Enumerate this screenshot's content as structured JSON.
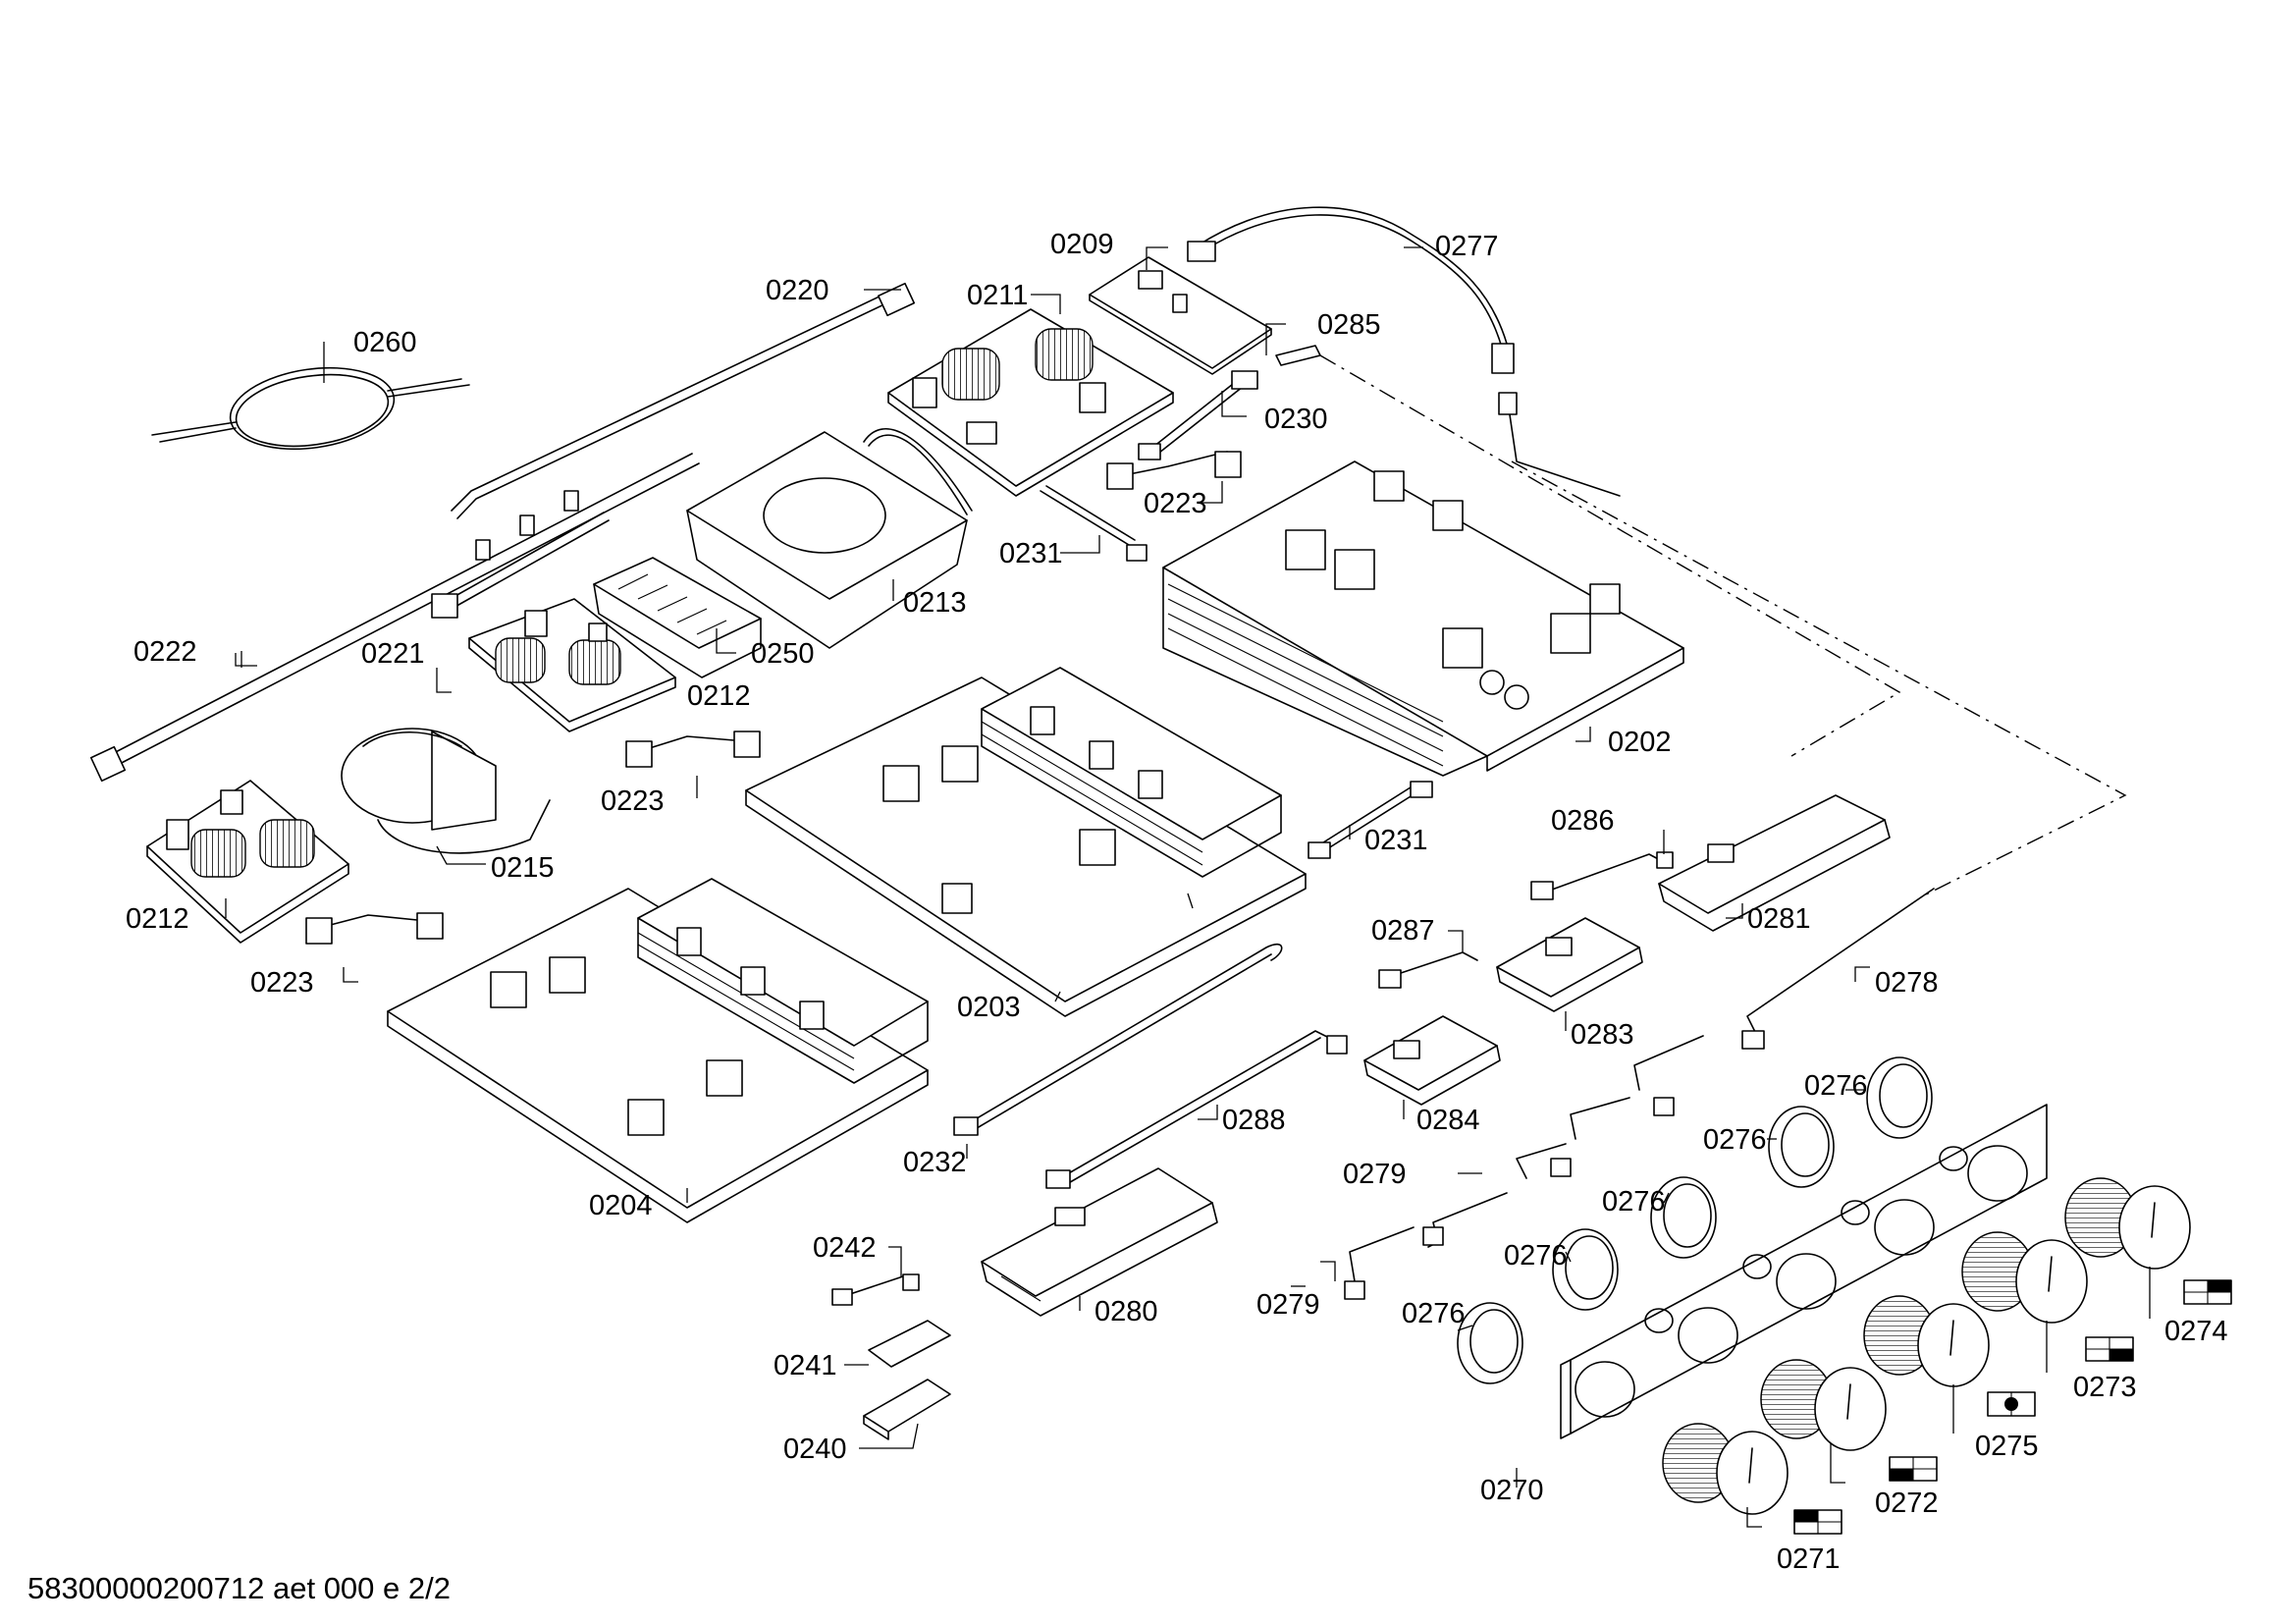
{
  "drawing": {
    "footer": "58300000200712 aet 000 e 2/2"
  },
  "parts": {
    "p0202": "0202",
    "p0203": "0203",
    "p0204": "0204",
    "p0209": "0209",
    "p0211": "0211",
    "p0212a": "0212",
    "p0212b": "0212",
    "p0213": "0213",
    "p0215": "0215",
    "p0220": "0220",
    "p0221": "0221",
    "p0222": "0222",
    "p0223a": "0223",
    "p0223b": "0223",
    "p0223c": "0223",
    "p0230": "0230",
    "p0231a": "0231",
    "p0231b": "0231",
    "p0232": "0232",
    "p0240": "0240",
    "p0241": "0241",
    "p0242": "0242",
    "p0250": "0250",
    "p0260": "0260",
    "p0270": "0270",
    "p0271": "0271",
    "p0272": "0272",
    "p0273": "0273",
    "p0274": "0274",
    "p0275": "0275",
    "p0276a": "0276",
    "p0276b": "0276",
    "p0276c": "0276",
    "p0276d": "0276",
    "p0276e": "0276",
    "p0277": "0277",
    "p0278": "0278",
    "p0279a": "0279",
    "p0279b": "0279",
    "p0280": "0280",
    "p0281": "0281",
    "p0283": "0283",
    "p0284": "0284",
    "p0285": "0285",
    "p0286": "0286",
    "p0287": "0287",
    "p0288": "0288"
  }
}
